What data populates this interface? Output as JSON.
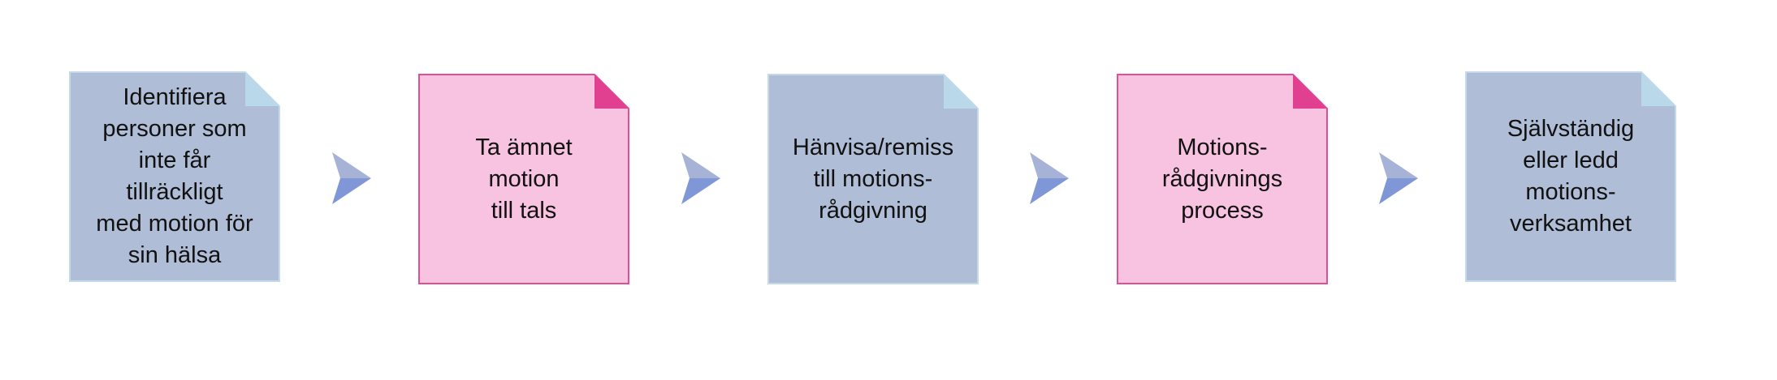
{
  "diagram": {
    "steps": [
      {
        "text": "Identifiera\npersoner som\ninte får tillräckligt\nmed motion för\nsin hälsa",
        "theme": "blue"
      },
      {
        "text": "Ta ämnet\nmotion\ntill tals",
        "theme": "pink"
      },
      {
        "text": "Hänvisa/remiss\ntill motions-\nrådgivning",
        "theme": "blue"
      },
      {
        "text": "Motions-\nrådgivnings\nprocess",
        "theme": "pink"
      },
      {
        "text": "Självständig\neller ledd\nmotions-\nverksamhet",
        "theme": "blue"
      }
    ],
    "colors": {
      "blue_fill": "#b0bdd6",
      "blue_fold": "#b9d8ea",
      "blue_border": "#c4d9ea",
      "pink_fill": "#f7c3e0",
      "pink_fold": "#e0408f",
      "pink_border": "#de4f96",
      "arrow_light": "#a6b3d6",
      "arrow_dark": "#7f97d6"
    },
    "icons": {
      "note": "folded-corner-note-icon",
      "arrow": "chevron-right-arrow-icon"
    }
  }
}
